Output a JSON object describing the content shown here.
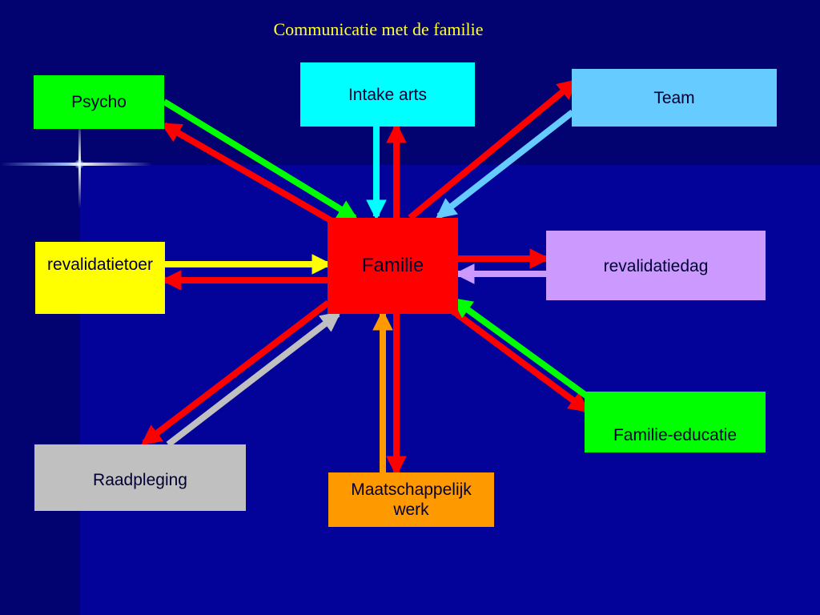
{
  "title": "Communicatie met de familie",
  "nodes": {
    "center": {
      "label": "Familie",
      "color": "#ff0000"
    },
    "psycho": {
      "label": "Psycho",
      "color": "#00ff00"
    },
    "intake": {
      "label": "Intake arts",
      "color": "#00ffff"
    },
    "team": {
      "label": "Team",
      "color": "#66ccff"
    },
    "revalidatietoer": {
      "label": "revalidatietoer",
      "color": "#ffff00"
    },
    "revalidatiedag": {
      "label": "revalidatiedag",
      "color": "#cc99ff"
    },
    "raadpleging": {
      "label": "Raadpleging",
      "color": "#c0c0c0"
    },
    "maatschappelijk": {
      "label_line1": "Maatschappelijk",
      "label_line2": "werk",
      "color": "#ff9900"
    },
    "educatie": {
      "label": "Familie-educatie",
      "color": "#00ff00"
    }
  },
  "arrows": [
    {
      "from": "Psycho",
      "to": "Familie",
      "color": "#00ff00"
    },
    {
      "from": "Familie",
      "to": "Psycho",
      "color": "#ff0000"
    },
    {
      "from": "Intake arts",
      "to": "Familie",
      "color": "#00ffff"
    },
    {
      "from": "Familie",
      "to": "Intake arts",
      "color": "#ff0000"
    },
    {
      "from": "Familie",
      "to": "Team",
      "color": "#ff0000"
    },
    {
      "from": "Team",
      "to": "Familie",
      "color": "#66ccff"
    },
    {
      "from": "revalidatietoer",
      "to": "Familie",
      "color": "#ffff00"
    },
    {
      "from": "Familie",
      "to": "revalidatietoer",
      "color": "#ff0000"
    },
    {
      "from": "Familie",
      "to": "revalidatiedag",
      "color": "#ff0000"
    },
    {
      "from": "revalidatiedag",
      "to": "Familie",
      "color": "#cc99ff"
    },
    {
      "from": "Familie",
      "to": "Raadpleging",
      "color": "#ff0000"
    },
    {
      "from": "Raadpleging",
      "to": "Familie",
      "color": "#c0c0c0"
    },
    {
      "from": "Maatschappelijk werk",
      "to": "Familie",
      "color": "#ff9900"
    },
    {
      "from": "Familie",
      "to": "Maatschappelijk werk",
      "color": "#ff0000"
    },
    {
      "from": "Familie",
      "to": "Familie-educatie",
      "color": "#ff0000"
    },
    {
      "from": "Familie-educatie",
      "to": "Familie",
      "color": "#00ff00"
    }
  ]
}
